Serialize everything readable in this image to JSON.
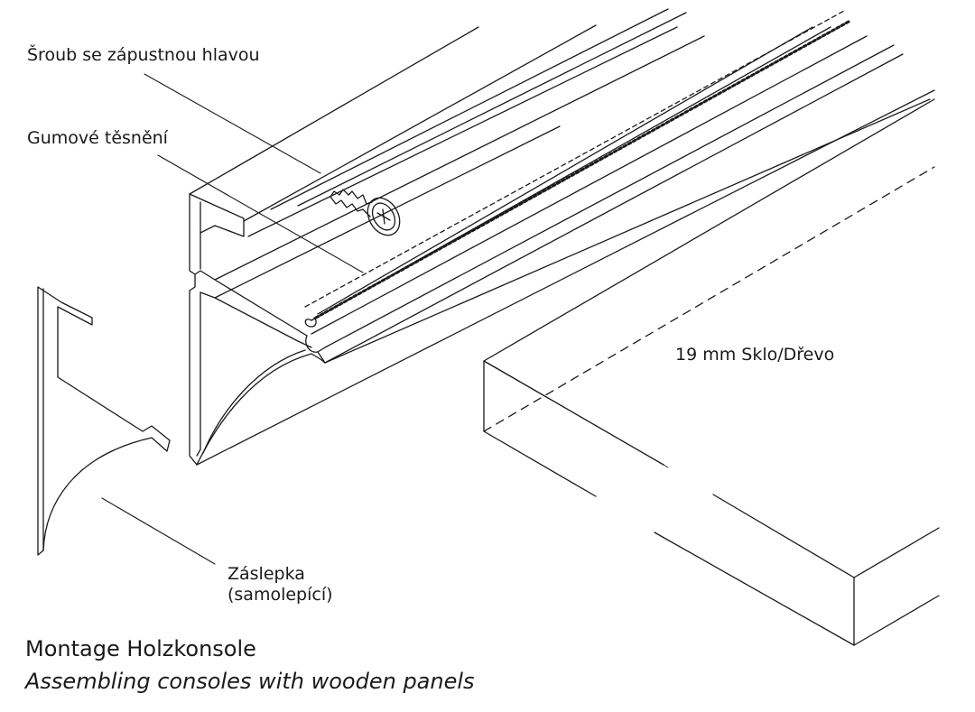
{
  "labels": {
    "screw": "Šroub se zápustnou hlavou",
    "gasket": "Gumové těsnění",
    "panel": "19 mm Sklo/Dřevo",
    "cap_line1": "Záslepka",
    "cap_line2": "(samolepící)"
  },
  "caption": {
    "title": "Montage Holzkonsole",
    "subtitle": "Assembling consoles with wooden panels"
  }
}
